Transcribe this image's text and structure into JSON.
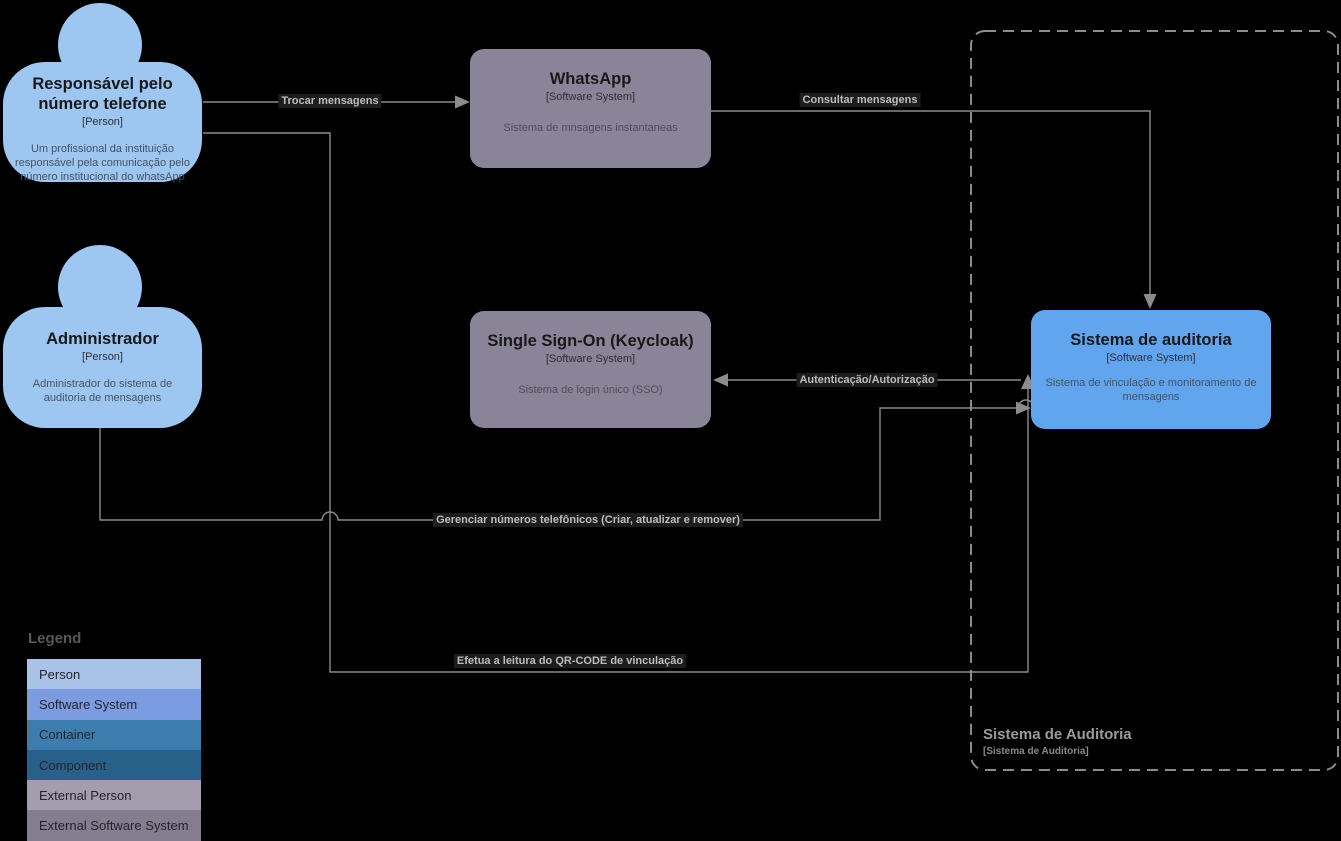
{
  "nodes": {
    "responsavel": {
      "name": "Responsável pelo número telefone",
      "meta": "[Person]",
      "description": "Um profissional da instituição responsável pela comunicação pelo número institucional do whatsApp"
    },
    "administrador": {
      "name": "Administrador",
      "meta": "[Person]",
      "description": "Administrador do sistema de auditoria de mensagens"
    },
    "whatsapp": {
      "name": "WhatsApp",
      "meta": "[Software System]",
      "description": "Sistema de mnsagens instantaneas"
    },
    "sso": {
      "name": "Single Sign-On (Keycloak)",
      "meta": "[Software System]",
      "description": "Sistema de login único (SSO)"
    },
    "auditoria": {
      "name": "Sistema de auditoria",
      "meta": "[Software System]",
      "description": "Sistema de vinculação e monitoramento de mensagens"
    }
  },
  "boundary": {
    "name": "Sistema de Auditoria",
    "meta": "[Sistema de Auditoria]"
  },
  "edges": {
    "trocar": {
      "label": "Trocar mensagens"
    },
    "consultar": {
      "label": "Consultar mensagens"
    },
    "autenticacao": {
      "label": "Autenticação/Autorização"
    },
    "gerenciar": {
      "label": "Gerenciar números telefônicos (Criar, atualizar e remover)"
    },
    "qrcode": {
      "label": "Efetua a leitura do QR-CODE de vinculação"
    }
  },
  "legend": {
    "title": "Legend",
    "items": [
      {
        "label": "Person",
        "color": "#a9c3e8"
      },
      {
        "label": "Software System",
        "color": "#7c9ce2"
      },
      {
        "label": "Container",
        "color": "#3d7dad"
      },
      {
        "label": "Component",
        "color": "#27618a"
      },
      {
        "label": "External Person",
        "color": "#a39dad"
      },
      {
        "label": "External Software System",
        "color": "#837d8f"
      }
    ]
  },
  "colors": {
    "background": "#000000",
    "person": "#9dc6f1",
    "internal_system": "#61a5ee",
    "external_system": "#8a8498",
    "edge": "#8c8c8c"
  }
}
